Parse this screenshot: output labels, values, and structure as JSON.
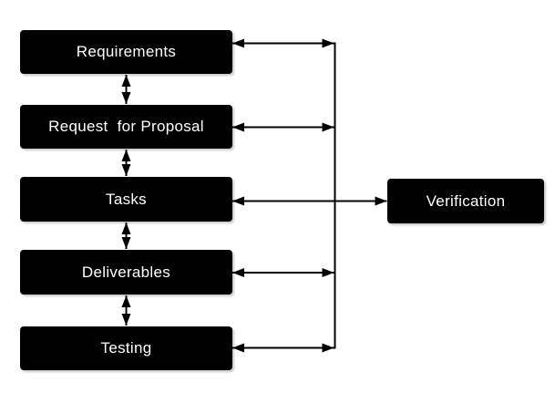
{
  "diagram": {
    "colors": {
      "background": "#ffffff",
      "node_fill": "#000000",
      "node_text": "#ffffff",
      "arrow": "#000000"
    },
    "nodes": [
      {
        "id": "requirements",
        "label": "Requirements"
      },
      {
        "id": "request-for-proposal",
        "label": "Request  for Proposal"
      },
      {
        "id": "tasks",
        "label": "Tasks"
      },
      {
        "id": "deliverables",
        "label": "Deliverables"
      },
      {
        "id": "testing",
        "label": "Testing"
      },
      {
        "id": "verification",
        "label": "Verification"
      }
    ],
    "edges": [
      {
        "from": "requirements",
        "to": "request-for-proposal",
        "type": "bidirectional"
      },
      {
        "from": "request-for-proposal",
        "to": "tasks",
        "type": "bidirectional"
      },
      {
        "from": "tasks",
        "to": "deliverables",
        "type": "bidirectional"
      },
      {
        "from": "deliverables",
        "to": "testing",
        "type": "bidirectional"
      },
      {
        "from": "requirements",
        "to": "verification",
        "type": "bidirectional"
      },
      {
        "from": "request-for-proposal",
        "to": "verification",
        "type": "bidirectional"
      },
      {
        "from": "tasks",
        "to": "verification",
        "type": "bidirectional"
      },
      {
        "from": "deliverables",
        "to": "verification",
        "type": "bidirectional"
      },
      {
        "from": "testing",
        "to": "verification",
        "type": "bidirectional"
      }
    ]
  }
}
